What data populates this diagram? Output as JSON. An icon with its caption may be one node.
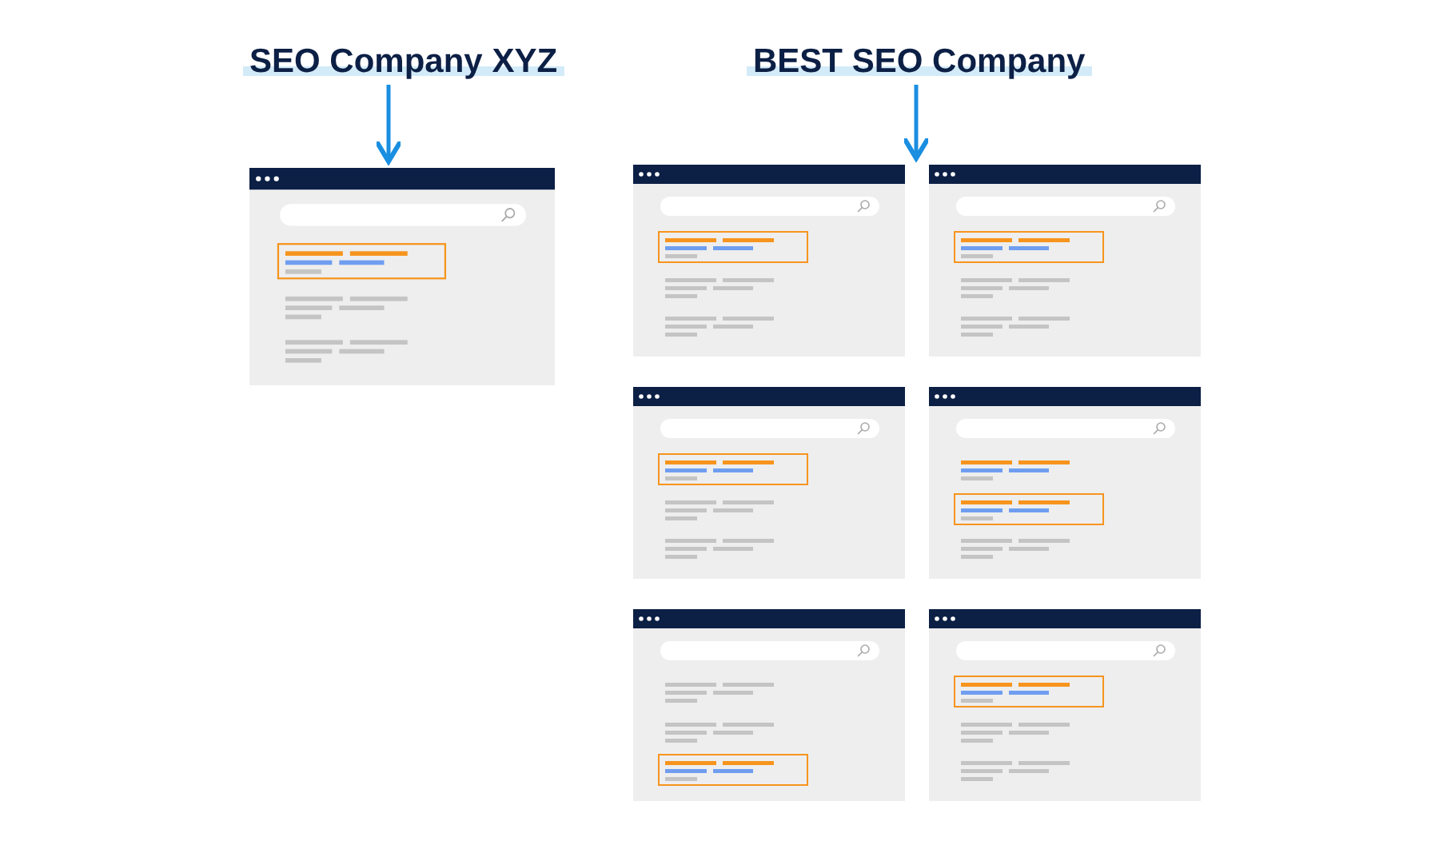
{
  "diagram": {
    "nodes": [
      {
        "text": [
          "SEO Company XYZ"
        ]
      },
      {
        "text": [],
        "shape": "picture"
      },
      {
        "text": [
          "BEST SEO Company"
        ]
      },
      {
        "text": [],
        "shape": "picture"
      },
      {
        "text": [],
        "shape": "picture"
      },
      {
        "text": [],
        "shape": "picture"
      },
      {
        "text": [],
        "shape": "picture"
      },
      {
        "text": [],
        "shape": "picture"
      },
      {
        "text": [],
        "shape": "picture"
      }
    ],
    "edges": [
      {
        "from": 0,
        "to": 1,
        "arrow": "to"
      },
      {
        "from": 2,
        "to": 3,
        "arrow": "to"
      }
    ]
  }
}
